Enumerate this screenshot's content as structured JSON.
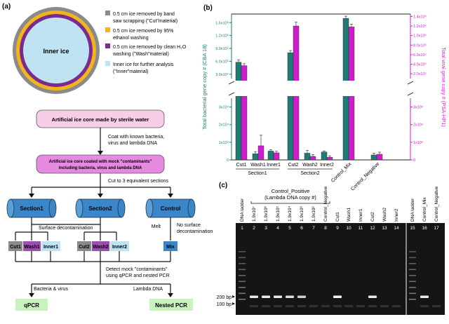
{
  "panel_a": {
    "label": "(a)",
    "inner_ice": "Inner ice",
    "legend": [
      {
        "color": "#8a8a8a",
        "lines": [
          "0.5 cm ice removed by band",
          "saw scrapping (\"Cut\"material)"
        ]
      },
      {
        "color": "#f2b51c",
        "lines": [
          "0.5 cm ice removed by 95%",
          "ethanol washing"
        ]
      },
      {
        "color": "#7b2b8f",
        "lines": [
          "0.5 cm ice removed by clean H₂O",
          "washing (\"Wash\"material)"
        ]
      },
      {
        "color": "#bfe3f2",
        "lines": [
          "Inner ice for further analysis",
          "(\"Inner\"material)"
        ]
      }
    ],
    "box1": "Artificial ice core made by sterile water",
    "step1": [
      "Coat with known bacteria,",
      "virus and lambda DNA"
    ],
    "box2": [
      "Artificial ice core coated with mock \"contaminants\"",
      "including bacteria, virus and lambda DNA"
    ],
    "step2": "Cut to 3 equivalent sections",
    "sections": [
      "Section1",
      "Section2",
      "Control"
    ],
    "surface_decon": "Surface decontamination",
    "melt": "Melt",
    "no_surface": [
      "No surface",
      "decontamination"
    ],
    "s1_parts": [
      "Cut1",
      "Wash1",
      "Inner1"
    ],
    "s2_parts": [
      "Cut2",
      "Wash2",
      "Inner2"
    ],
    "mix": "Mix",
    "detect": [
      "Detect mock \"contaminants\"",
      "using qPCR and nested PCR"
    ],
    "bact_virus": "Bacteria & virus",
    "lambda": "Lambda DNA",
    "qpcr": "qPCR",
    "nested": "Nested PCR"
  },
  "panel_b": {
    "label": "(b)",
    "chart_data": {
      "type": "bar",
      "categories": [
        "Cut1",
        "Wash1",
        "Inner1",
        "Cut2",
        "Wash2",
        "Inner2",
        "Control_Mix",
        "Control_Negative"
      ],
      "group_labels": [
        "Section1",
        "Section2"
      ],
      "ylabel_left": "Total bacterial gene copy # (CBA 18)",
      "ylabel_right": "Total viral gene copy # (PSA-HP1)",
      "left_ticks_low": [
        "0",
        "1x10⁴",
        "2x10⁴",
        "3x10⁴"
      ],
      "left_ticks_high": [
        "3.0x10⁵",
        "6.0x10⁵",
        "9.0x10⁵",
        "1.2x10⁶",
        "1.5x10⁶"
      ],
      "right_ticks_low": [
        "0",
        "1x10⁴",
        "2x10⁴",
        "3x10⁴"
      ],
      "right_ticks_high": [
        "2.0x10⁵",
        "4.0x10⁵",
        "6.0x10⁵",
        "8.0x10⁵",
        "1.0x10⁶",
        "1.2x10⁶",
        "1.4x10⁶"
      ],
      "series": [
        {
          "color": "#1f7b73",
          "values": [
            580000,
            3500,
            5000,
            800000,
            3800,
            4500,
            1600000,
            2800
          ],
          "errors": [
            50000,
            1200,
            800,
            50000,
            1500,
            600,
            50000,
            1000
          ]
        },
        {
          "color": "#cc1fcc",
          "values": [
            370000,
            8000,
            4000,
            1200000,
            2000,
            1500,
            1180000,
            3200
          ],
          "errors": [
            40000,
            6000,
            900,
            80000,
            1000,
            800,
            60000,
            1200
          ]
        }
      ]
    }
  },
  "panel_c": {
    "label": "(c)",
    "header_positive": "Control_Positive",
    "header_positive_sub": "(Lambda DNA copy #)",
    "lane_labels": [
      "DNA ladder",
      "1.9x10⁷",
      "1.9x10⁶",
      "1.9x10⁵",
      "1.9x10⁴",
      "1.9x10³",
      "1.9x10²",
      "Control_Negative",
      "Cut1",
      "Wash1",
      "Inner1",
      "Cut2",
      "Wash2",
      "Inner2",
      "DNA ladder",
      "Control_Mix",
      "Control_Negative"
    ],
    "lane_numbers": [
      "1",
      "2",
      "3",
      "4",
      "5",
      "6",
      "7",
      "8",
      "9",
      "10",
      "11",
      "12",
      "13",
      "14",
      "15",
      "16",
      "17"
    ],
    "bp200": "200 bp",
    "bp100": "100 bp",
    "band_intensity": [
      0,
      0.9,
      0.9,
      0.9,
      0.85,
      0.8,
      0,
      0,
      0.95,
      0,
      0,
      0.9,
      0,
      0,
      0,
      0.9,
      0
    ]
  }
}
